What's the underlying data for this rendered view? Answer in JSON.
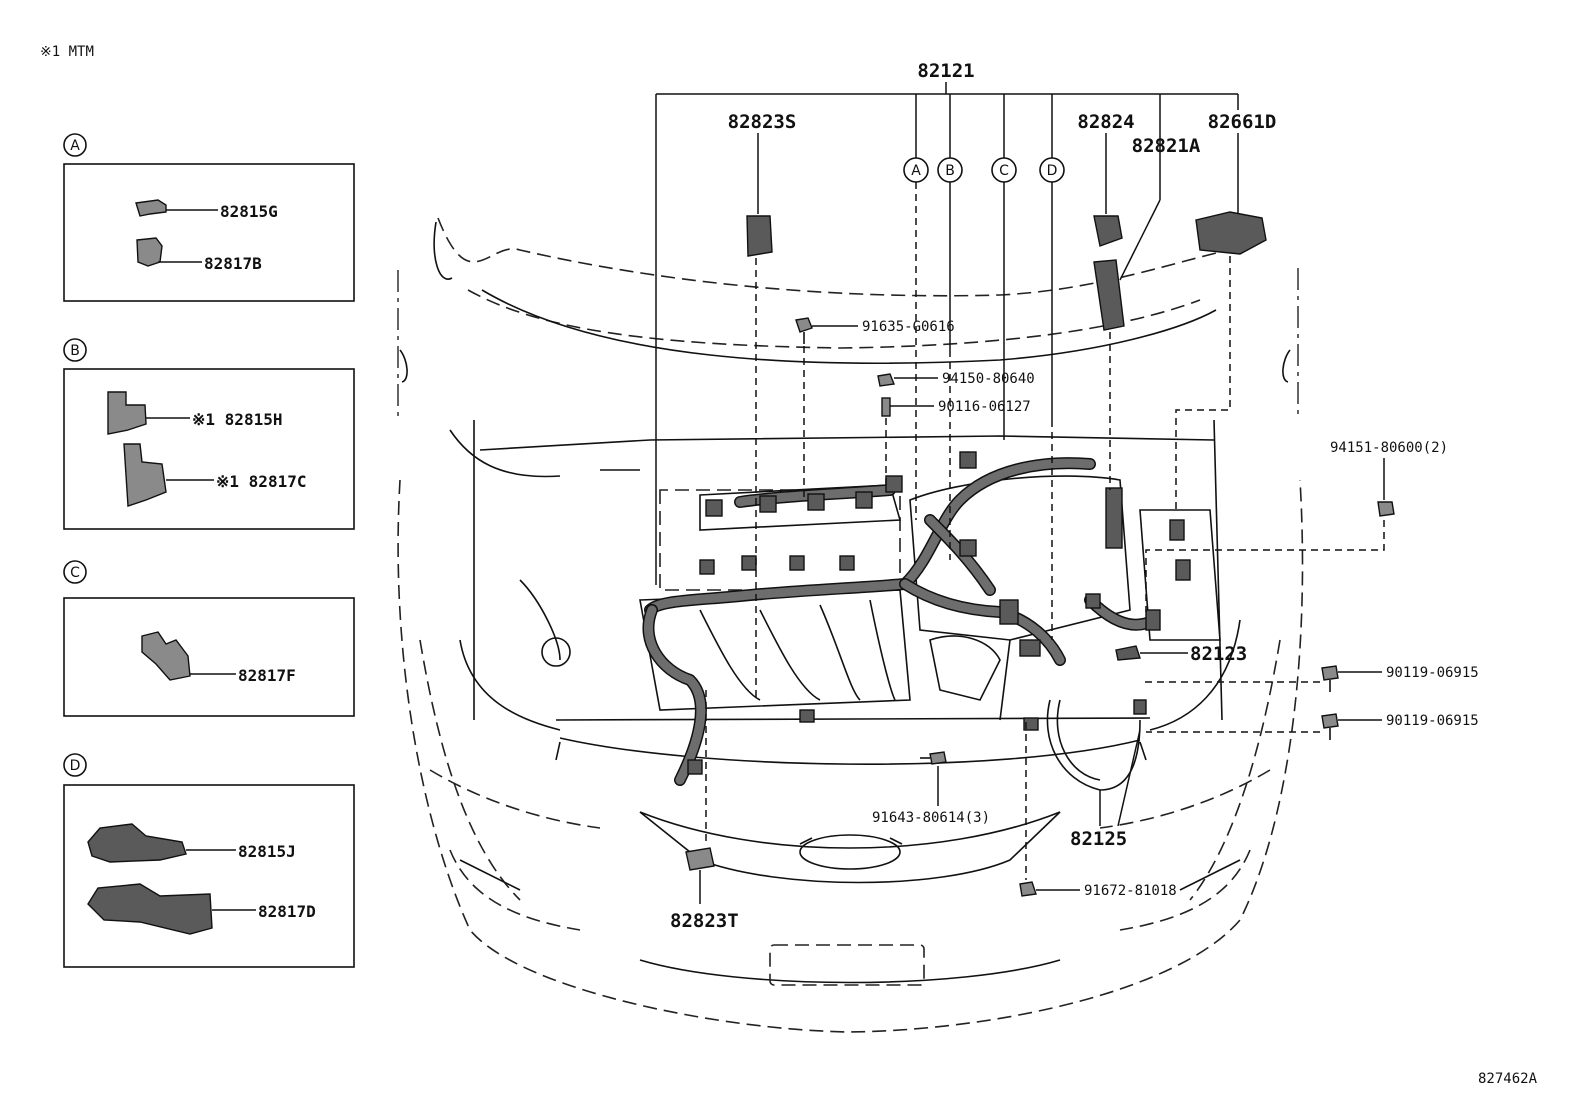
{
  "note": "※1 MTM",
  "figure_id": "827462A",
  "detail_panels": [
    {
      "marker": "A",
      "labels": [
        "82815G",
        "82817B"
      ]
    },
    {
      "marker": "B",
      "labels": [
        "※1 82815H",
        "※1 82817C"
      ]
    },
    {
      "marker": "C",
      "labels": [
        "82817F"
      ]
    },
    {
      "marker": "D",
      "labels": [
        "82815J",
        "82817D"
      ]
    }
  ],
  "callouts": {
    "p82121": "82121",
    "p82823S": "82823S",
    "p82824": "82824",
    "p82661D": "82661D",
    "p82821A": "82821A",
    "p91635": "91635-G0616",
    "p94150": "94150-80640",
    "p90116": "90116-06127",
    "p94151": "94151-80600(2)",
    "p82123": "82123",
    "p90119a": "90119-06915",
    "p90119b": "90119-06915",
    "p91643": "91643-80614(3)",
    "p82125": "82125",
    "p91672": "91672-81018",
    "p82823T": "82823T"
  },
  "markers": [
    "A",
    "B",
    "C",
    "D"
  ]
}
